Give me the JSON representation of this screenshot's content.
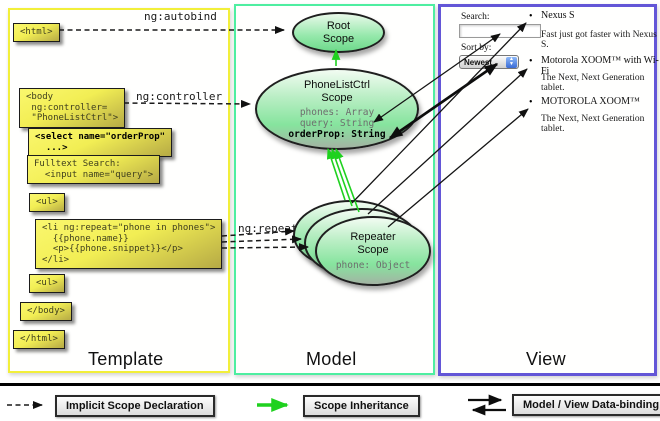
{
  "columns": {
    "template_label": "Template",
    "model_label": "Model",
    "view_label": "View"
  },
  "template": {
    "html_open": "<html>",
    "body_open": "<body\n ng:controller=\n \"PhoneListCtrl\">",
    "select_box": "<select name=\"orderProp\"\n  ...>",
    "fulltext_box": "Fulltext Search:\n  <input name=\"query\">",
    "ul_open": "<ul>",
    "li_repeat": "<li ng:repeat=\"phone in phones\">\n  {{phone.name}}\n  <p>{{phone.snippet}}</p>\n</li>",
    "ul_close": "<ul>",
    "body_close": "</body>",
    "html_close": "</html>"
  },
  "labels": {
    "autobind": "ng:autobind",
    "controller": "ng:controller",
    "repeat": "ng:repeat"
  },
  "model": {
    "root_scope": {
      "title": "Root\nScope"
    },
    "phonelist_scope": {
      "title": "PhoneListCtrl\nScope",
      "props": [
        "phones: Array",
        "query: String"
      ],
      "bold_prop": "orderProp: String"
    },
    "repeater_scope": {
      "title": "Repeater\nScope",
      "prop": "phone: Object"
    }
  },
  "view": {
    "search_label": "Search:",
    "search_value": "",
    "sort_label": "Sort by:",
    "select_value": "Newest",
    "bullet": "•",
    "items": [
      {
        "title": "Nexus S",
        "desc": "Fast just got faster with Nexus S."
      },
      {
        "title": "Motorola XOOM™ with Wi-Fi",
        "desc": "The Next, Next Generation tablet."
      },
      {
        "title": "MOTOROLA XOOM™",
        "desc": "The Next, Next Generation tablet."
      }
    ]
  },
  "legend": {
    "implicit": "Implicit Scope Declaration",
    "inheritance": "Scope Inheritance",
    "databinding": "Model / View Data-binding"
  },
  "colors": {
    "template_border": "#f2ef3a",
    "model_border": "#4eeea1",
    "view_border": "#6356d7",
    "code_box_yellow": "#f2ee54",
    "scope_green": "#86e49e",
    "inheritance_green": "#1fd11f",
    "arrow_black": "#111111"
  }
}
